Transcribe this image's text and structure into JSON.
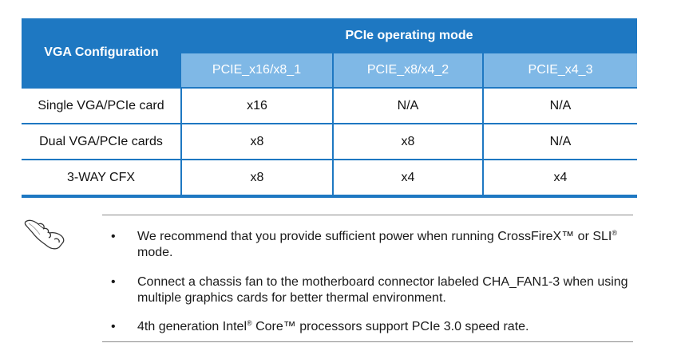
{
  "table": {
    "vga_header": "VGA Configuration",
    "mode_header": "PCIe operating mode",
    "columns": [
      "PCIE_x16/x8_1",
      "PCIE_x8/x4_2",
      "PCIE_x4_3"
    ],
    "rows": [
      {
        "label": "Single VGA/PCIe card",
        "values": [
          "x16",
          "N/A",
          "N/A"
        ]
      },
      {
        "label": "Dual VGA/PCIe cards",
        "values": [
          "x8",
          "x8",
          "N/A"
        ]
      },
      {
        "label": "3-WAY CFX",
        "values": [
          "x8",
          "x4",
          "x4"
        ]
      }
    ]
  },
  "notes": {
    "bullet": "•",
    "items": [
      {
        "before": "We recommend that you provide sufficient power when running CrossFireX™ or SLI",
        "sup": "®",
        "after": " mode."
      },
      {
        "before": "Connect a chassis fan to the motherboard connector labeled CHA_FAN1-3 when using multiple graphics cards for better thermal environment.",
        "sup": "",
        "after": ""
      },
      {
        "before": "4th generation Intel",
        "sup": "®",
        "after": " Core™ processors support PCIe 3.0 speed rate."
      }
    ]
  },
  "colors": {
    "header_blue": "#1e78c2",
    "subheader_blue": "#7fb8e6"
  },
  "icons": {
    "note": "pointing-hand-icon"
  }
}
